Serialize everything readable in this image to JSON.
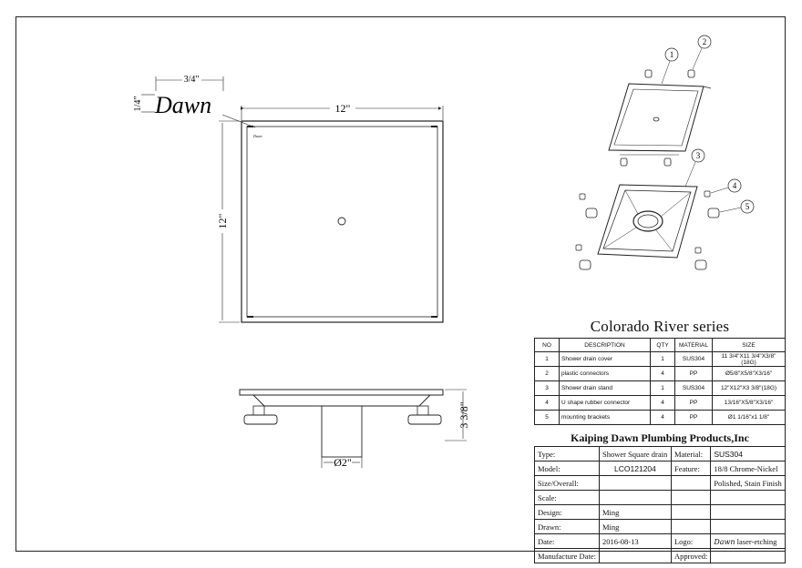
{
  "drawing": {
    "logo_text": "Dawn",
    "logo_small": "Dawn",
    "dims": {
      "logo_width": "3/4\"",
      "logo_height": "1/4\"",
      "top_width": "12\"",
      "left_height": "12\"",
      "height": "3 3/8\"",
      "pipe_diameter": "Ø2\""
    },
    "callouts": [
      "1",
      "2",
      "3",
      "4",
      "5"
    ],
    "series_title": "Colorado River series"
  },
  "parts_table": {
    "headers": [
      "NO",
      "DESCRIPTION",
      "QTY",
      "MATERIAL",
      "SIZE"
    ],
    "rows": [
      {
        "no": "1",
        "desc": "Shower drain cover",
        "qty": "1",
        "mat": "SUS304",
        "size": "11 3/4\"X11 3/4\"X3/8\"(18G)"
      },
      {
        "no": "2",
        "desc": "plastic connectors",
        "qty": "4",
        "mat": "PP",
        "size": "Ø5/8\"X5/8\"X3/16\""
      },
      {
        "no": "3",
        "desc": "Shower drain stand",
        "qty": "1",
        "mat": "SUS304",
        "size": "12\"X12\"X3 3/8\"(18G)"
      },
      {
        "no": "4",
        "desc": "U shape rubber connector",
        "qty": "4",
        "mat": "PP",
        "size": "13/16\"X5/8\"X3/16\""
      },
      {
        "no": "5",
        "desc": "mounting brackets",
        "qty": "4",
        "mat": "PP",
        "size": "Ø1 1/16\"x1 1/8\""
      }
    ]
  },
  "title_block": {
    "company": "Kaiping Dawn Plumbing Products,Inc",
    "type_label": "Type:",
    "type_value": "Shower Square drain",
    "material_label": "Material:",
    "material_value": "SUS304",
    "model_label": "Model:",
    "model_value": "LCO121204",
    "feature_label": "Feature:",
    "feature_value": "18/8 Chrome-Nickel",
    "size_label": "Size/Overall:",
    "finish_value": "Polished, Stain Finish",
    "scale_label": "Scale:",
    "design_label": "Design:",
    "design_value": "Ming",
    "drawn_label": "Drawn:",
    "drawn_value": "Ming",
    "date_label": "Date:",
    "date_value": "2016-08-13",
    "logo_label": "Logo:",
    "logo_script": "Dawn",
    "logo_value": "laser-etching",
    "mfg_label": "Manufacture Date:",
    "approved_label": "Approved:"
  }
}
